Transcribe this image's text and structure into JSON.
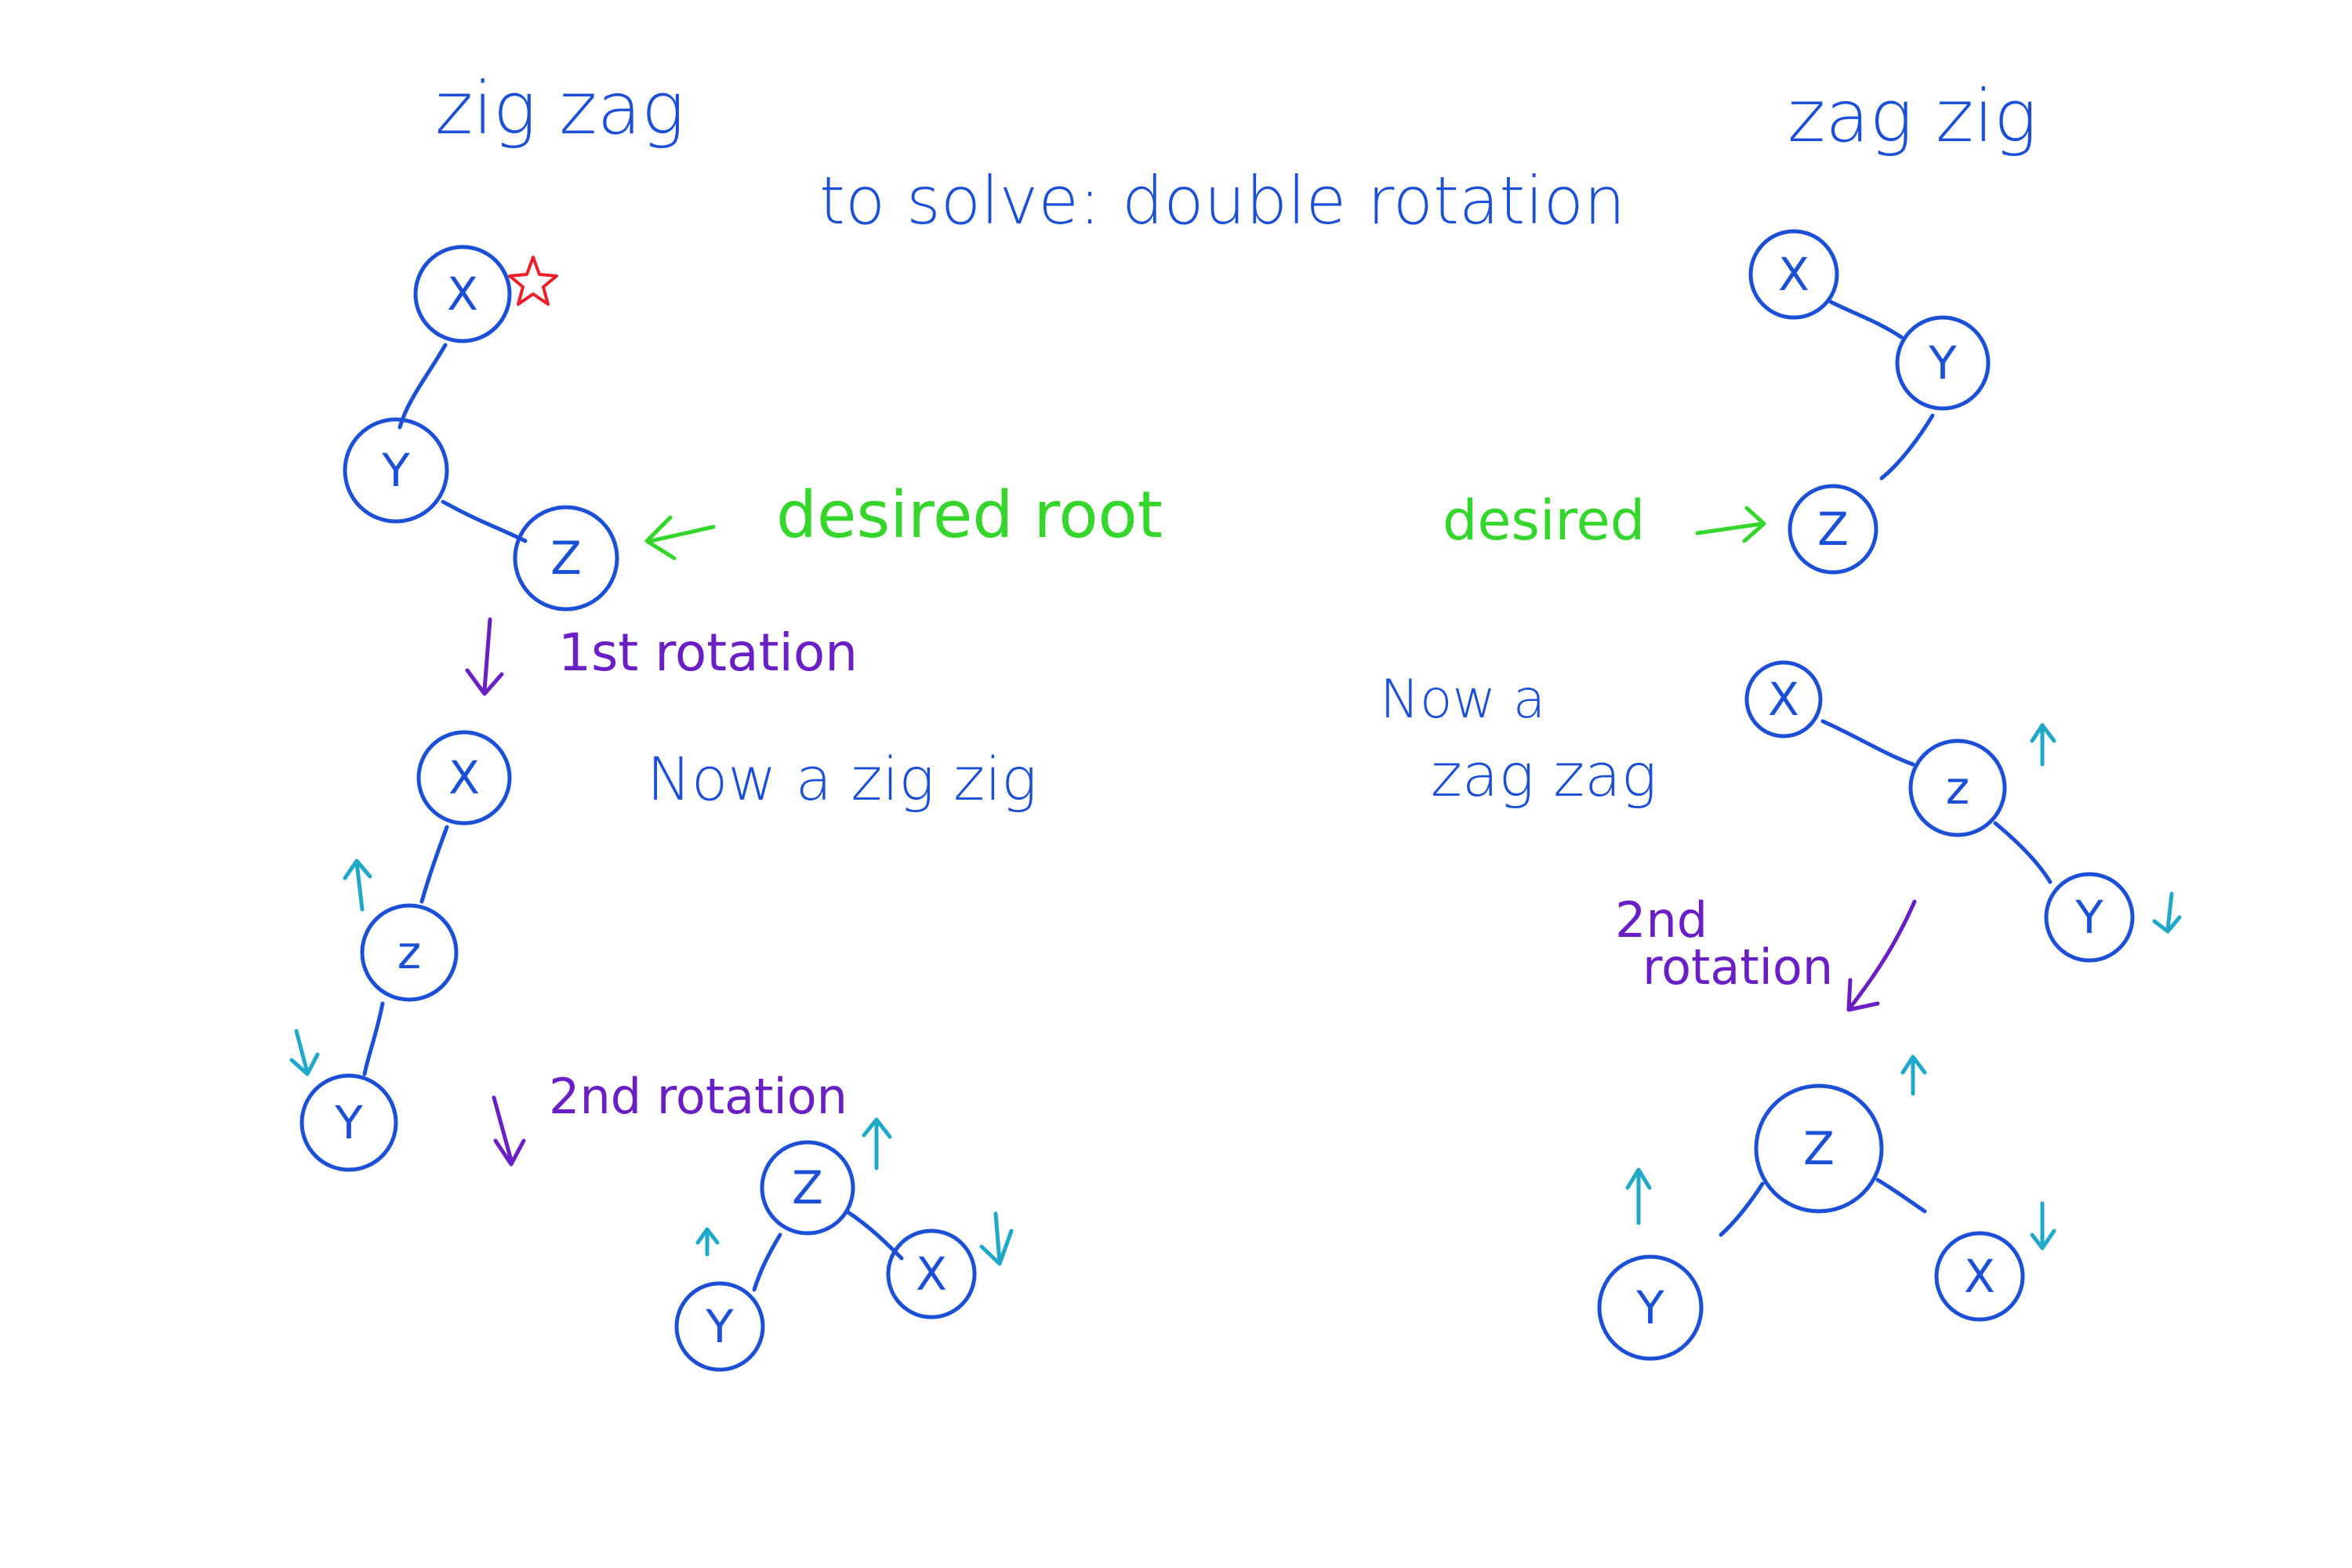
{
  "colors": {
    "ink_blue": "#1a4fd6",
    "ink_green": "#35d62b",
    "ink_purple": "#6a1fc4",
    "ink_teal": "#1fa8c8",
    "ink_red": "#e8202a"
  },
  "titles": {
    "left": "zig zag",
    "right": "zag zig",
    "center": "to solve: double rotation"
  },
  "notes": {
    "desired_root": "desired root",
    "desired": "desired",
    "first_rotation": "1st rotation",
    "second_rotation_left": "2nd rotation",
    "now_zig_zig": "Now a zig zig",
    "now_a": "Now a",
    "zag_zag": "zag zag",
    "second_rotation_right_line1": "2nd",
    "second_rotation_right_line2": "rotation"
  },
  "nodes": {
    "zz1_x": "X",
    "zz1_y": "Y",
    "zz1_z": "Z",
    "zz2_x": "X",
    "zz2_z": "z",
    "zz2_y": "Y",
    "zz3_z": "Z",
    "zz3_y": "Y",
    "zz3_x": "X",
    "zg1_x": "X",
    "zg1_y": "Y",
    "zg1_z": "Z",
    "zg2_x": "X",
    "zg2_z": "z",
    "zg2_y": "Y",
    "zg3_z": "Z",
    "zg3_y": "Y",
    "zg3_x": "X"
  },
  "marks": {
    "star_icon": "star-icon",
    "up_arrow_icon": "up-arrow-icon",
    "down_arrow_icon": "down-arrow-icon"
  }
}
